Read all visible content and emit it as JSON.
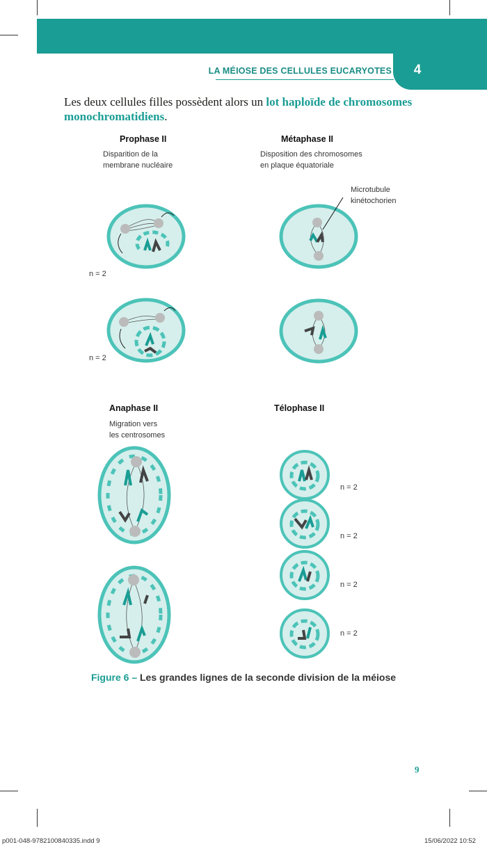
{
  "header": {
    "chapter_title": "LA MÉIOSE DES CELLULES EUCARYOTES",
    "chapter_number": "4"
  },
  "intro": {
    "text_before": "Les deux cellules filles possèdent alors un ",
    "highlight": "lot haploïde de chromosomes monochromatidiens",
    "text_after": "."
  },
  "figure": {
    "prophase": {
      "title": "Prophase II",
      "line1": "Disparition de la",
      "line2": "membrane nucléaire"
    },
    "metaphase": {
      "title": "Métaphase II",
      "line1": "Disposition des chromosomes",
      "line2": "en plaque équatoriale",
      "callout1": "Microtubule",
      "callout2": "kinétochorien"
    },
    "anaphase": {
      "title": "Anaphase II",
      "line1": "Migration vers",
      "line2": "les centrosomes"
    },
    "telophase": {
      "title": "Télophase II"
    },
    "ploidy_label": "n = 2",
    "caption_num": "Figure 6 –",
    "caption_text": " Les grandes lignes de la seconde division de la méiose"
  },
  "footer": {
    "page_number": "9",
    "slug_left": "p001-048-9782100840335.indd   9",
    "slug_right": "15/06/2022   10:52"
  },
  "colors": {
    "teal": "#1a9d94",
    "cell_fill": "#d6efec",
    "cell_border": "#4cc3b8",
    "chromosome_dark": "#444444"
  }
}
